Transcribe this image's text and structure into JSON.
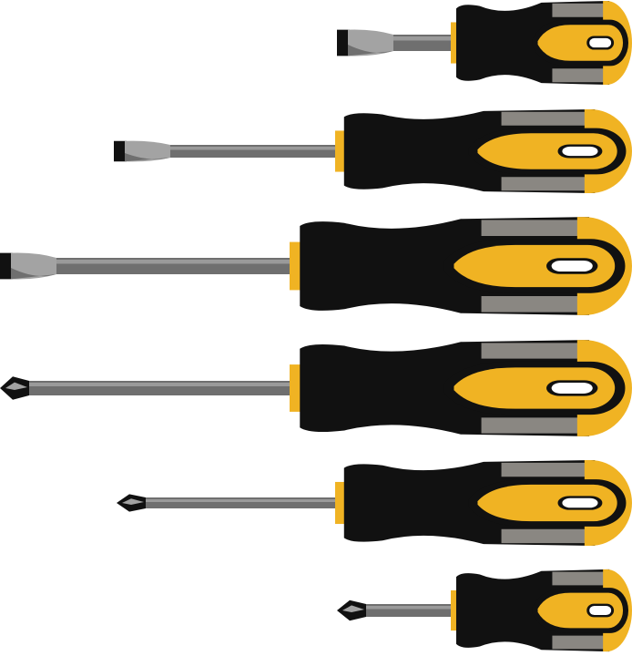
{
  "colors": {
    "handle_black": "#111111",
    "handle_yellow": "#f0b323",
    "handle_gray": "#8a8782",
    "shaft_gray": "#6f6f6f",
    "shaft_highlight": "#9a9a9a",
    "slot_white": "#ffffff"
  },
  "screwdrivers": [
    {
      "tip": "slotted"
    },
    {
      "tip": "slotted"
    },
    {
      "tip": "slotted"
    },
    {
      "tip": "phillips"
    },
    {
      "tip": "phillips"
    },
    {
      "tip": "phillips"
    }
  ]
}
